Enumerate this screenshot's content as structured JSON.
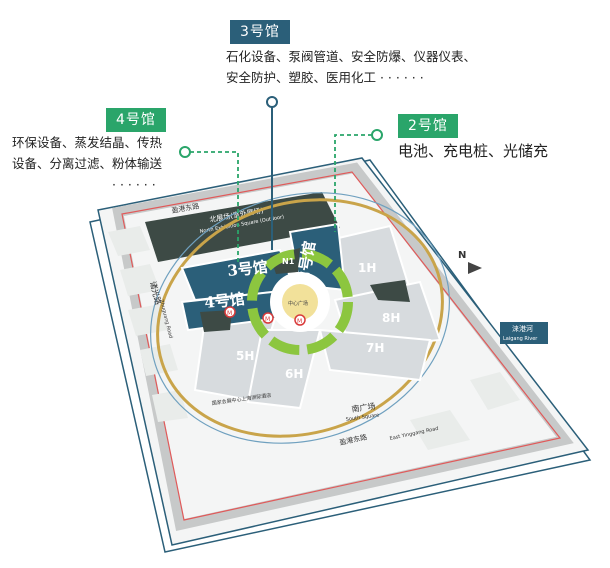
{
  "colors": {
    "hall_dark": "#2b5f79",
    "hall_light": "#d7dbde",
    "tag_blue": "#2b5f79",
    "tag_green": "#2aa56a",
    "accent_green": "#8cc63f",
    "road_red": "#e05a5a",
    "road_gold": "#c9a44a",
    "road_blue": "#6fa0bf",
    "lake": "#5bb3d9",
    "dark_block": "#3d4a45"
  },
  "callouts": {
    "hall3": {
      "tag": "3号馆",
      "lines": [
        "石化设备、泵阀管道、安全防爆、仪器仪表、",
        "安全防护、塑胶、医用化工 · · · · · ·"
      ]
    },
    "hall4": {
      "tag": "4号馆",
      "lines": [
        "环保设备、蒸发结晶、传热",
        "设备、分离过滤、粉体输送",
        "· · · · · ·"
      ]
    },
    "hall2": {
      "tag": "2号馆",
      "lines": [
        "电池、充电桩、光储充"
      ]
    }
  },
  "map": {
    "halls": {
      "h3": "3号馆",
      "h4": "4号馆",
      "h2": "2号馆",
      "h1": "1H",
      "h5": "5H",
      "h6": "6H",
      "h7": "7H",
      "h8": "8H"
    },
    "north_square": "北展场(室外展场)",
    "north_square_en": "North Exhibition Square (Outdoor)",
    "center_square": "中心广场",
    "south_square": "南广场",
    "south_square_en": "South Square",
    "road_top": "盈港东路",
    "road_left": "诸光路",
    "road_left_en": "Zhuguang Road",
    "road_bottom": "盈港东路",
    "road_bottom_en": "East Yinggang Road",
    "river": "涞港河",
    "river_en": "Laigang River",
    "bottom_left_area": "国家会展中心上海洲际酒店",
    "north_hall_label": "N1",
    "north_arrow": "N"
  }
}
